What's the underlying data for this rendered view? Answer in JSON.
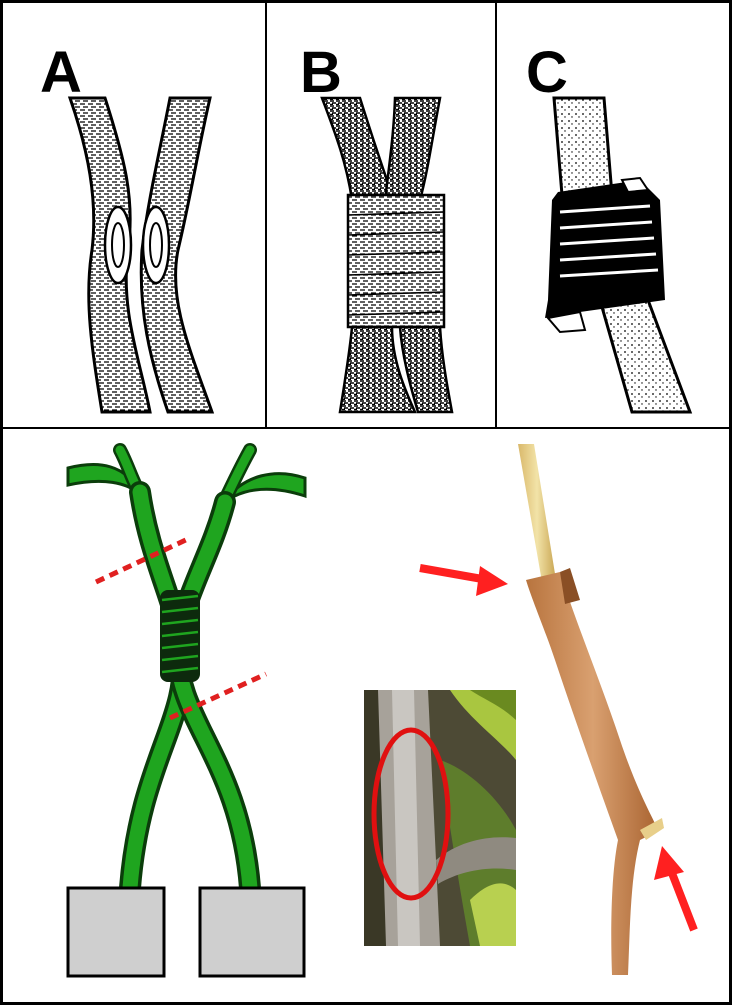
{
  "panels": [
    {
      "id": "A",
      "letter": "A"
    },
    {
      "id": "B",
      "letter": "B"
    },
    {
      "id": "C",
      "letter": "C"
    }
  ],
  "colors": {
    "frame": "#000000",
    "stem_green": "#1fa51f",
    "stem_outline": "#0b3d0b",
    "cut_line": "#e02020",
    "pot": "#cfcfcf",
    "arrow": "#ff2020",
    "ellipse": "#e01010",
    "twig": "#c98a55",
    "twig_light": "#e8cf8a",
    "photo_bg": "#4d4a35",
    "leaf": "#a9c640"
  },
  "icons": [
    "red-arrow-icon",
    "red-ellipse-marker"
  ]
}
